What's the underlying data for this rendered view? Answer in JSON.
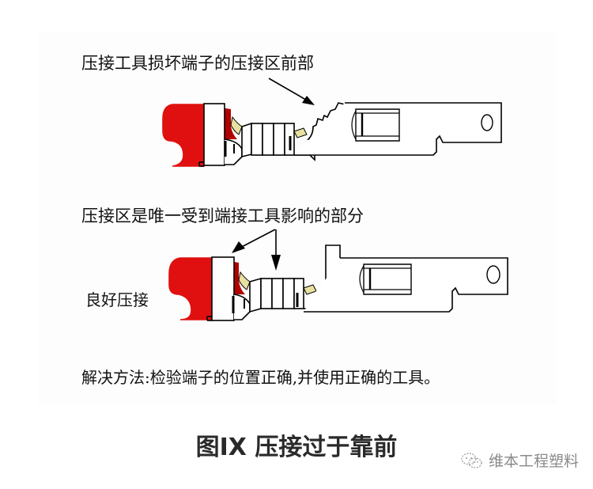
{
  "figure": {
    "top_label": "压接工具损坏端子的压接区前部",
    "middle_label": "压接区是唯一受到端接工具影响的部分",
    "good_crimp_label": "良好压接",
    "solution_text": "解决方法:检验端子的位置正确,并使用正确的工具。",
    "caption": "图IX 压接过于靠前",
    "colors": {
      "insulation": "#e01010",
      "insulation_dark": "#b00000",
      "wire_strands": "#e8e0a0",
      "outline": "#000000"
    },
    "diagrams": [
      {
        "name": "damaged-terminal",
        "description": "Crimp tool damaged front of crimp zone"
      },
      {
        "name": "good-crimp-terminal",
        "description": "Good crimp"
      }
    ]
  },
  "watermark": {
    "icon": "wechat-icon",
    "text": "维本工程塑料"
  }
}
